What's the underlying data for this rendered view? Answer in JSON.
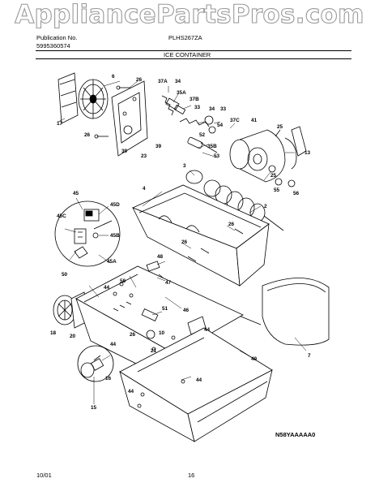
{
  "watermark": "AppliancePartsPros.com",
  "header": {
    "publication_label": "Publication No.",
    "publication_number": "5995360574",
    "model": "PLHS267ZA",
    "section_title": "ICE CONTAINER"
  },
  "diagram": {
    "callouts": [
      "6",
      "26",
      "37A",
      "34",
      "35A",
      "37B",
      "34",
      "33",
      "17",
      "33",
      "37C",
      "54",
      "41",
      "25",
      "52",
      "26",
      "39",
      "23",
      "39",
      "35B",
      "53",
      "13",
      "3",
      "25",
      "55",
      "56",
      "4",
      "2",
      "26",
      "45",
      "45D",
      "45C",
      "45B",
      "50",
      "45A",
      "26",
      "48",
      "47",
      "58",
      "44",
      "46",
      "51",
      "18",
      "20",
      "26",
      "10",
      "44",
      "44",
      "21",
      "7",
      "16",
      "49",
      "44",
      "15",
      "44"
    ],
    "drawing_code": "N58YAAAAA0"
  },
  "footer": {
    "date": "10/01",
    "page": "16"
  }
}
